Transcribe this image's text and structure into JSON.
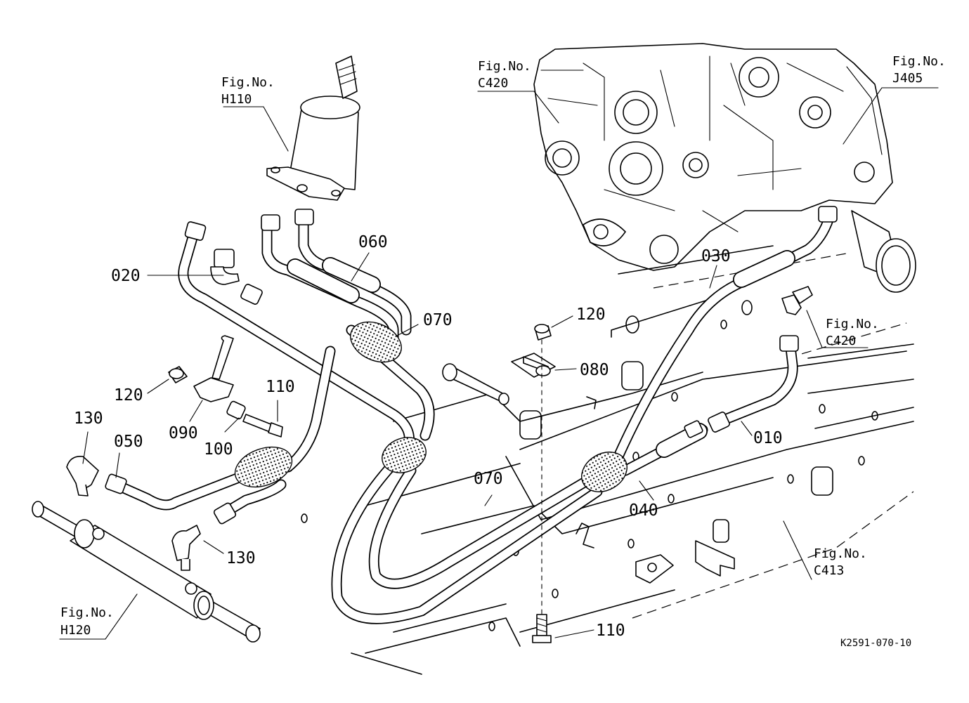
{
  "parts": {
    "p010": "010",
    "p020": "020",
    "p030": "030",
    "p040": "040",
    "p050": "050",
    "p060": "060",
    "p070_upper": "070",
    "p070_lower": "070",
    "p080": "080",
    "p090": "090",
    "p100": "100",
    "p110_left": "110",
    "p110_bottom": "110",
    "p120_left": "120",
    "p120_center": "120",
    "p130_upper": "130",
    "p130_lower": "130"
  },
  "figure_refs": {
    "h110": {
      "prefix": "Fig.No.",
      "code": "H110"
    },
    "c420_top": {
      "prefix": "Fig.No.",
      "code": "C420"
    },
    "j405": {
      "prefix": "Fig.No.",
      "code": "J405"
    },
    "c420_right": {
      "prefix": "Fig.No.",
      "code": "C420"
    },
    "c413": {
      "prefix": "Fig.No.",
      "code": "C413"
    },
    "h120": {
      "prefix": "Fig.No.",
      "code": "H120"
    }
  },
  "drawing_code": "K2591-070-10",
  "colors": {
    "line": "#000000",
    "background": "#ffffff"
  }
}
